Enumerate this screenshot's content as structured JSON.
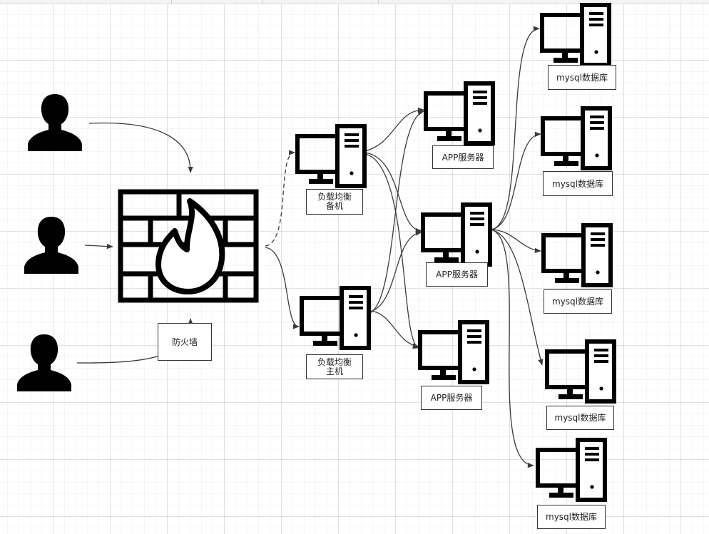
{
  "labels": {
    "firewall": "防火墙",
    "lb_backup": [
      "负载均衡",
      "备机"
    ],
    "lb_main": [
      "负载均衡",
      "主机"
    ],
    "app_server": "APP服务器",
    "mysql": "mysql数据库"
  },
  "icons": {
    "user": "user-silhouette-icon",
    "firewall": "firewall-icon",
    "server": "computer-server-icon"
  },
  "colors": {
    "line": "#3b3b3b",
    "icon": "#000000",
    "grid": "#e6e6e6"
  }
}
